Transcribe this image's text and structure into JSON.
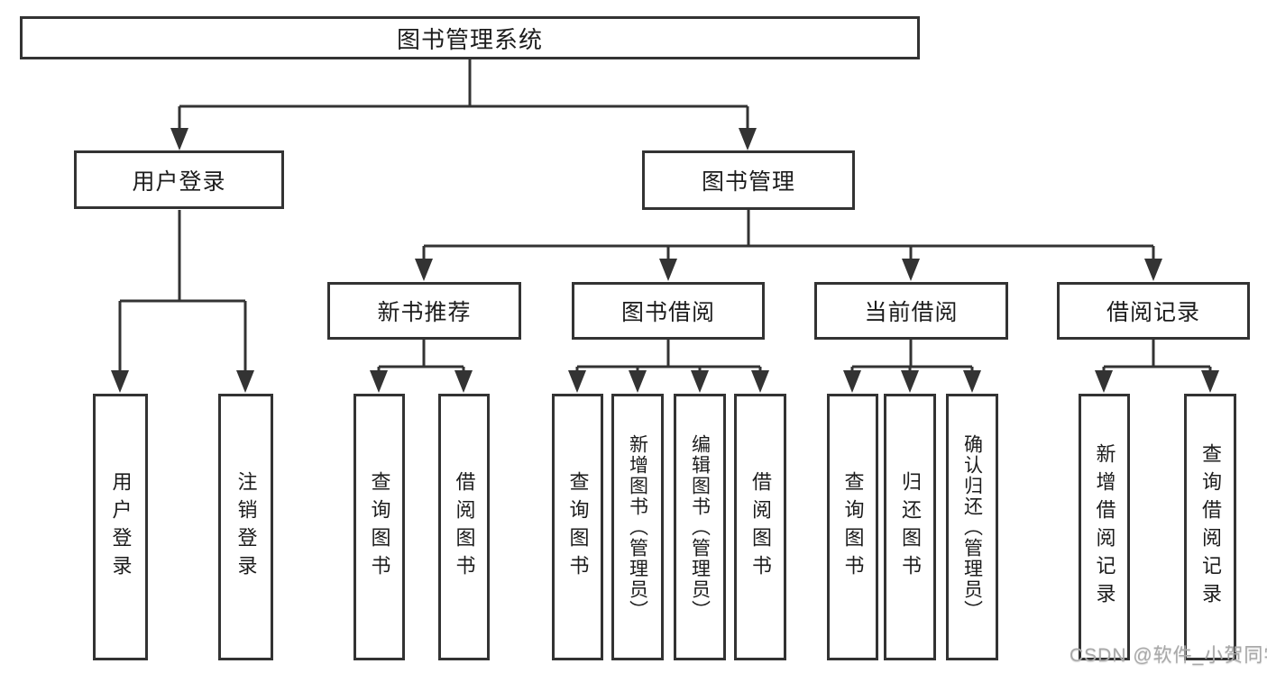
{
  "diagram": {
    "type": "functional-structure-tree",
    "root": {
      "label": "图书管理系统"
    },
    "branches": [
      {
        "label": "用户登录",
        "children": [
          {
            "label": "用户登录"
          },
          {
            "label": "注销登录"
          }
        ]
      },
      {
        "label": "图书管理",
        "children": [
          {
            "label": "新书推荐",
            "children": [
              {
                "label": "查询图书"
              },
              {
                "label": "借阅图书"
              }
            ]
          },
          {
            "label": "图书借阅",
            "children": [
              {
                "label": "查询图书"
              },
              {
                "label": "新增图书（管理员）"
              },
              {
                "label": "编辑图书（管理员）"
              },
              {
                "label": "借阅图书"
              }
            ]
          },
          {
            "label": "当前借阅",
            "children": [
              {
                "label": "查询图书"
              },
              {
                "label": "归还图书"
              },
              {
                "label": "确认归还（管理员）"
              }
            ]
          },
          {
            "label": "借阅记录",
            "children": [
              {
                "label": "新增借阅记录"
              },
              {
                "label": "查询借阅记录"
              }
            ]
          }
        ]
      }
    ],
    "colors": {
      "line": "#333333",
      "box_border": "#333333",
      "box_fill": "#ffffff",
      "text": "#1c1c1c",
      "watermark": "#a8a8a8",
      "background": "#ffffff"
    },
    "watermark": "CSDN @软件_小贺同学"
  }
}
